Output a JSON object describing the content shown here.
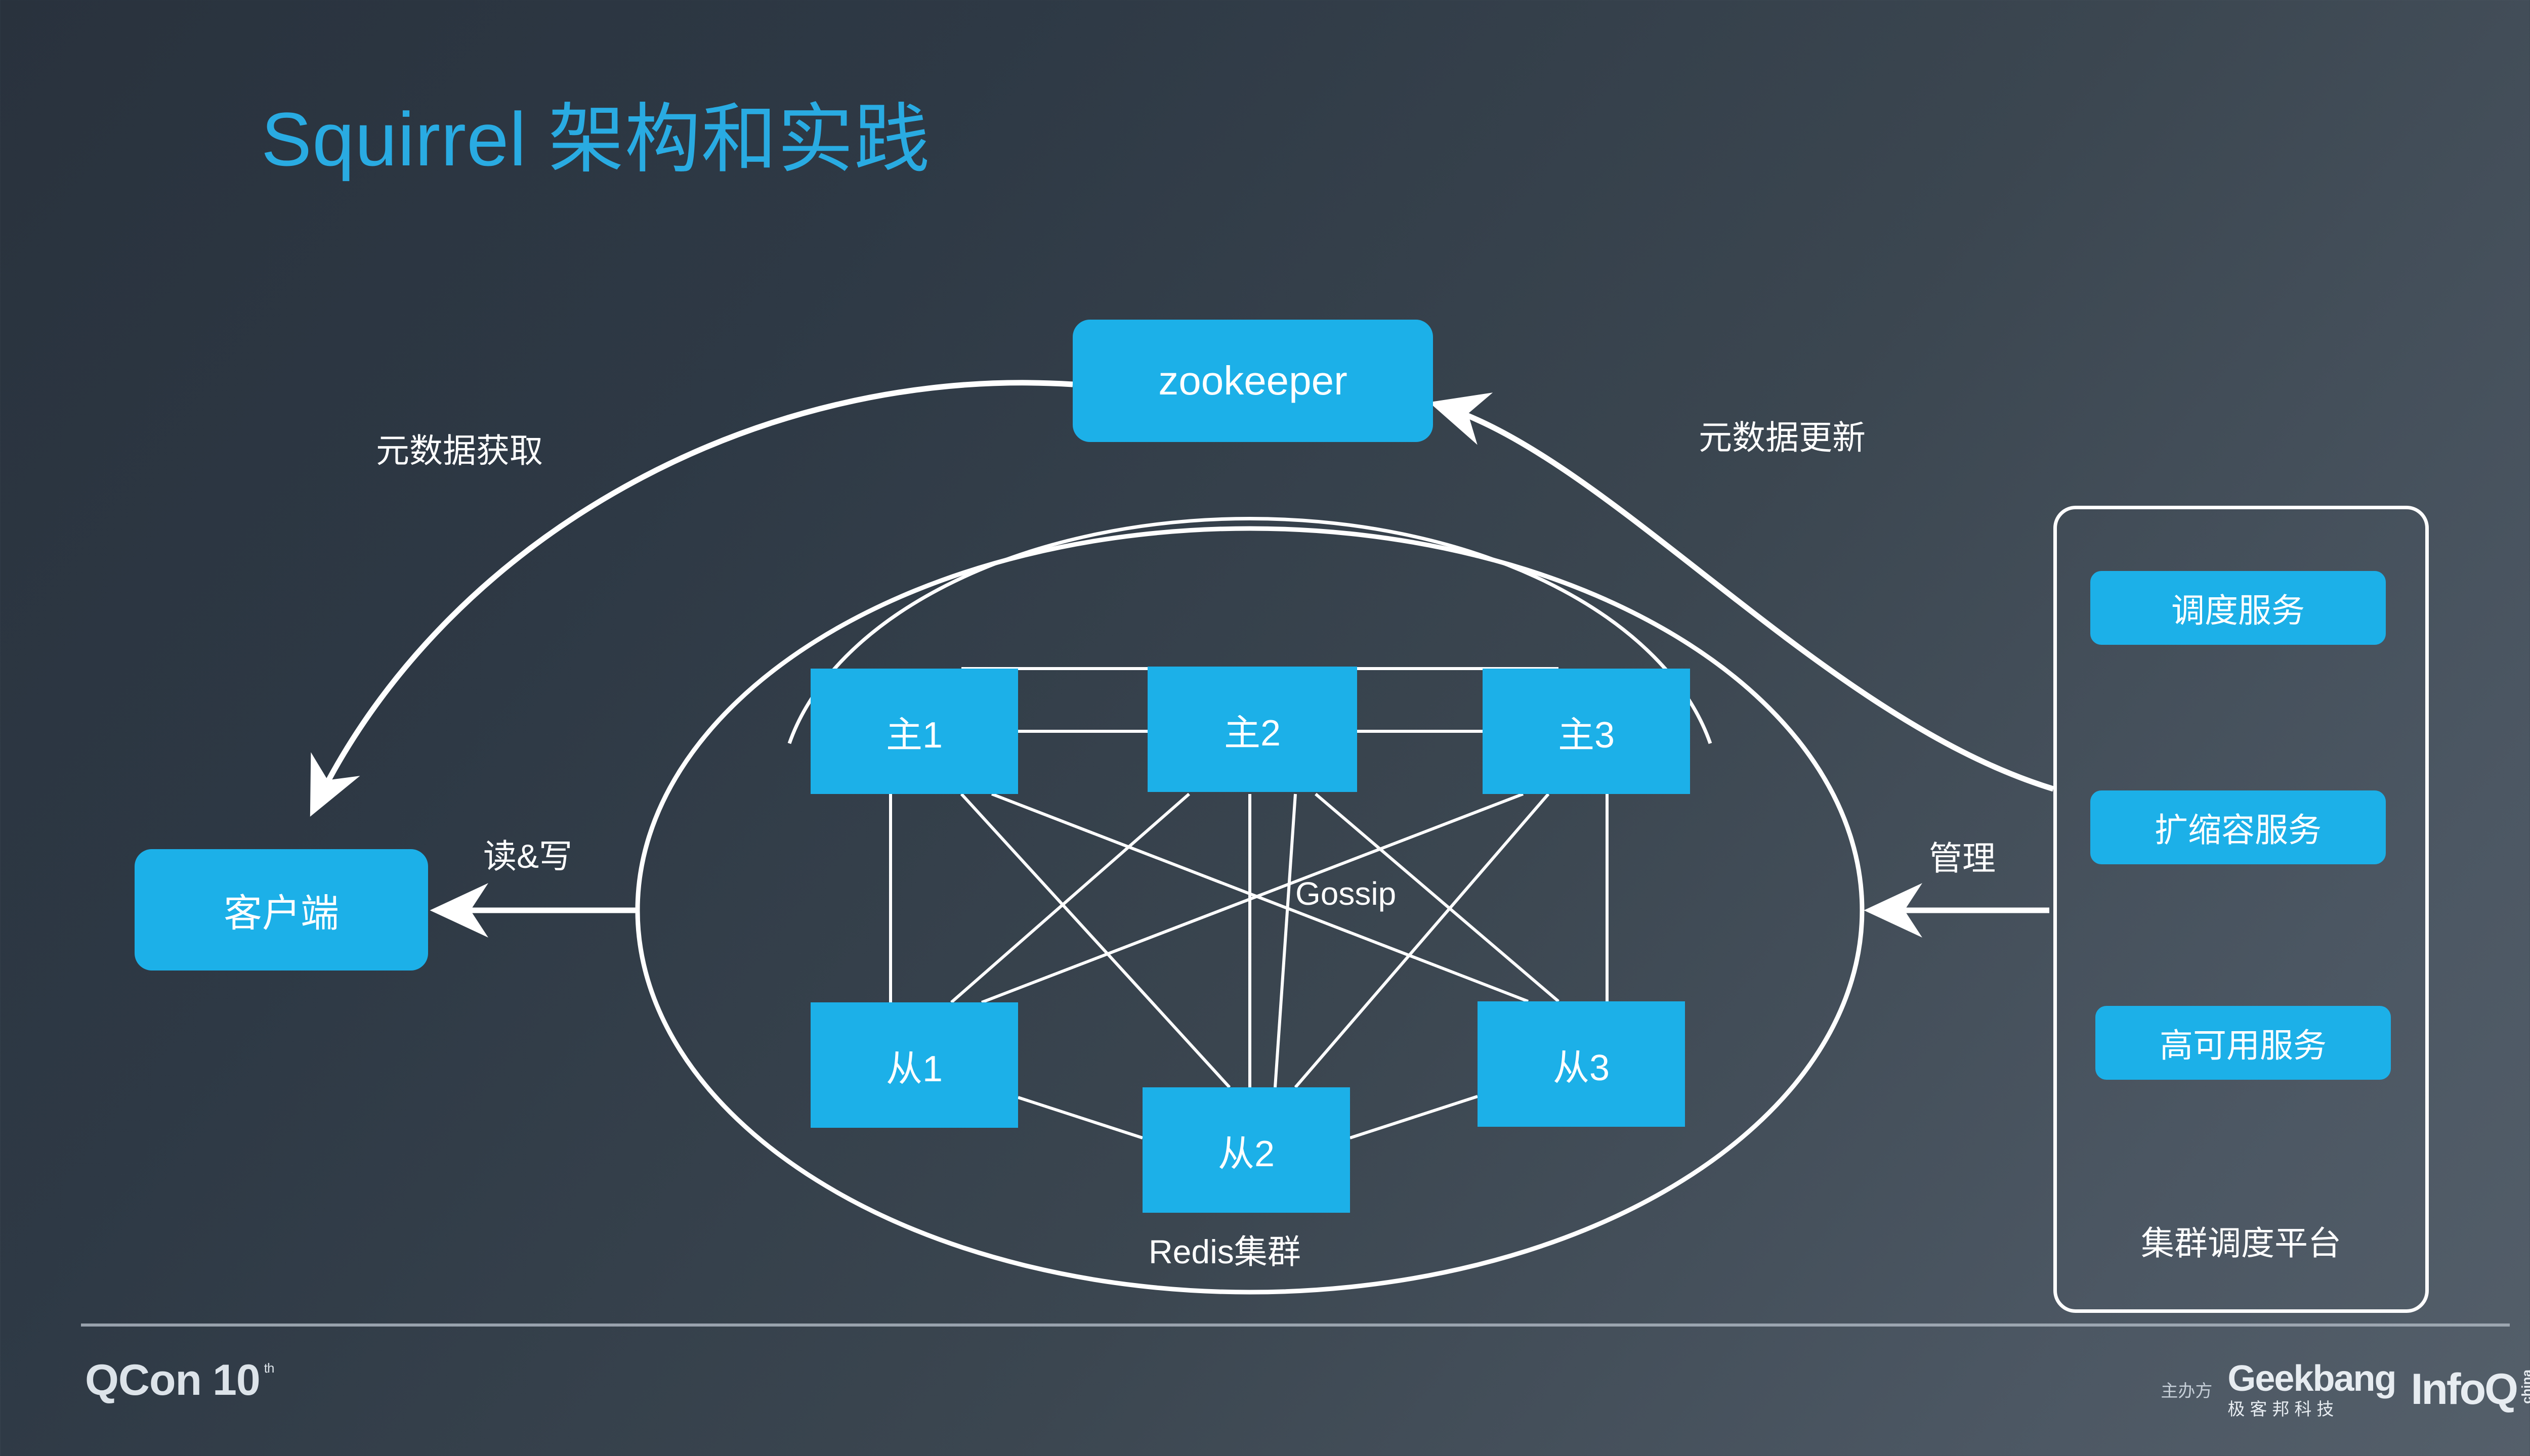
{
  "slide": {
    "title": "Squirrel 架构和实践"
  },
  "nodes": {
    "zookeeper": "zookeeper",
    "client": "客户端",
    "masters": [
      "主1",
      "主2",
      "主3"
    ],
    "slaves": [
      "从1",
      "从2",
      "从3"
    ]
  },
  "labels": {
    "meta_fetch": "元数据获取",
    "meta_update": "元数据更新",
    "read_write": "读&写",
    "manage": "管理",
    "gossip": "Gossip",
    "redis_cluster": "Redis集群"
  },
  "platform": {
    "services": [
      "调度服务",
      "扩缩容服务",
      "高可用服务"
    ],
    "label": "集群调度平台"
  },
  "footer": {
    "qcon": "QCon",
    "qcon_anniversary": "10",
    "qcon_sup": "th",
    "host_label": "主办方",
    "geekbang": "Geekbang",
    "geekbang_cn": "极客邦科技",
    "infoq": "InfoQ",
    "infoq_sup": "china"
  },
  "colors": {
    "accent": "#1CB0E8",
    "title": "#29ABE2",
    "line": "#FFFFFF",
    "bg_start": "#29323d",
    "bg_end": "#545f6a"
  }
}
